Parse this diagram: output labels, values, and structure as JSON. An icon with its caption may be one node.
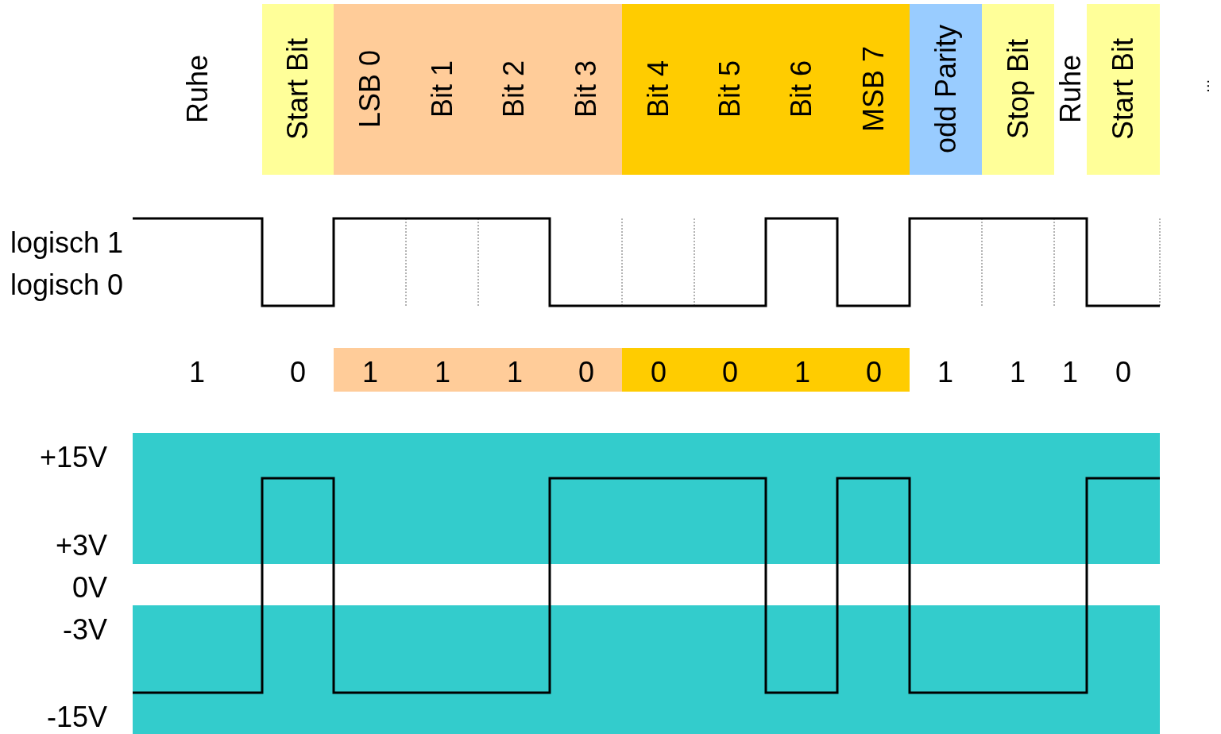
{
  "diagram": {
    "labels": [
      "Ruhe",
      "Start Bit",
      "LSB 0",
      "Bit 1",
      "Bit 2",
      "Bit 3",
      "Bit 4",
      "Bit 5",
      "Bit 6",
      "MSB 7",
      "odd Parity",
      "Stop Bit",
      "Ruhe",
      "Start Bit",
      "...",
      "logisch 1",
      "logisch 0",
      "1",
      "0",
      "1",
      "1",
      "1",
      "0",
      "0",
      "0",
      "1",
      "0",
      "1",
      "1",
      "1",
      "0",
      "+15V",
      "+3V",
      "0V",
      "-3V",
      "-15V"
    ]
  }
}
